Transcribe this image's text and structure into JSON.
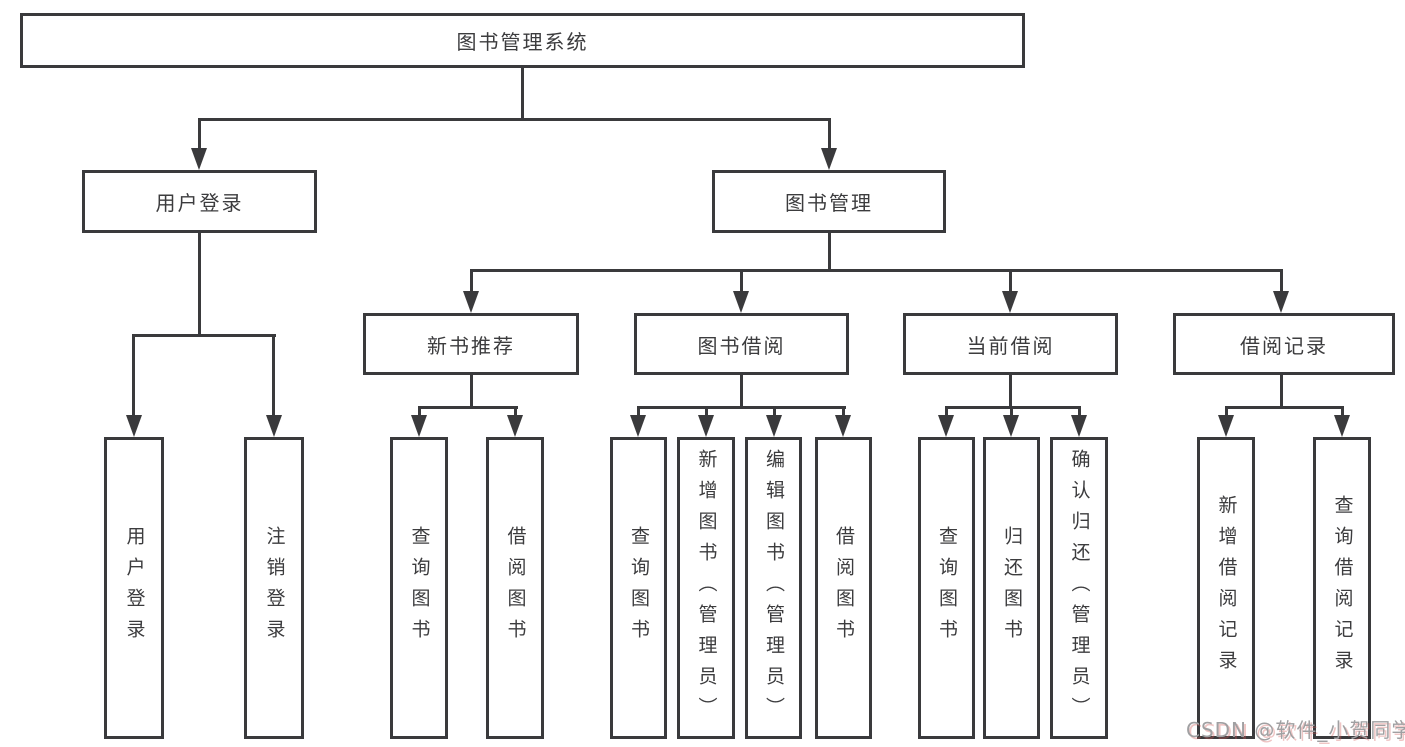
{
  "diagram": {
    "root": {
      "label": "图书管理系统"
    },
    "branches": [
      {
        "label": "用户登录",
        "children": [
          {
            "label": "用户登录"
          },
          {
            "label": "注销登录"
          }
        ]
      },
      {
        "label": "图书管理",
        "children": [
          {
            "label": "新书推荐",
            "children": [
              {
                "label": "查询图书"
              },
              {
                "label": "借阅图书"
              }
            ]
          },
          {
            "label": "图书借阅",
            "children": [
              {
                "label": "查询图书"
              },
              {
                "label": "新增图书（管理员）"
              },
              {
                "label": "编辑图书（管理员）"
              },
              {
                "label": "借阅图书"
              }
            ]
          },
          {
            "label": "当前借阅",
            "children": [
              {
                "label": "查询图书"
              },
              {
                "label": "归还图书"
              },
              {
                "label": "确认归还（管理员）"
              }
            ]
          },
          {
            "label": "借阅记录",
            "children": [
              {
                "label": "新增借阅记录"
              },
              {
                "label": "查询借阅记录"
              }
            ]
          }
        ]
      }
    ],
    "watermark": {
      "text": "CSDN @软件_小贺同学"
    },
    "colors": {
      "line": "#3a3a3c",
      "text": "#3c3c3e",
      "background": "#ffffff",
      "watermark": "#a0a0a2"
    }
  }
}
